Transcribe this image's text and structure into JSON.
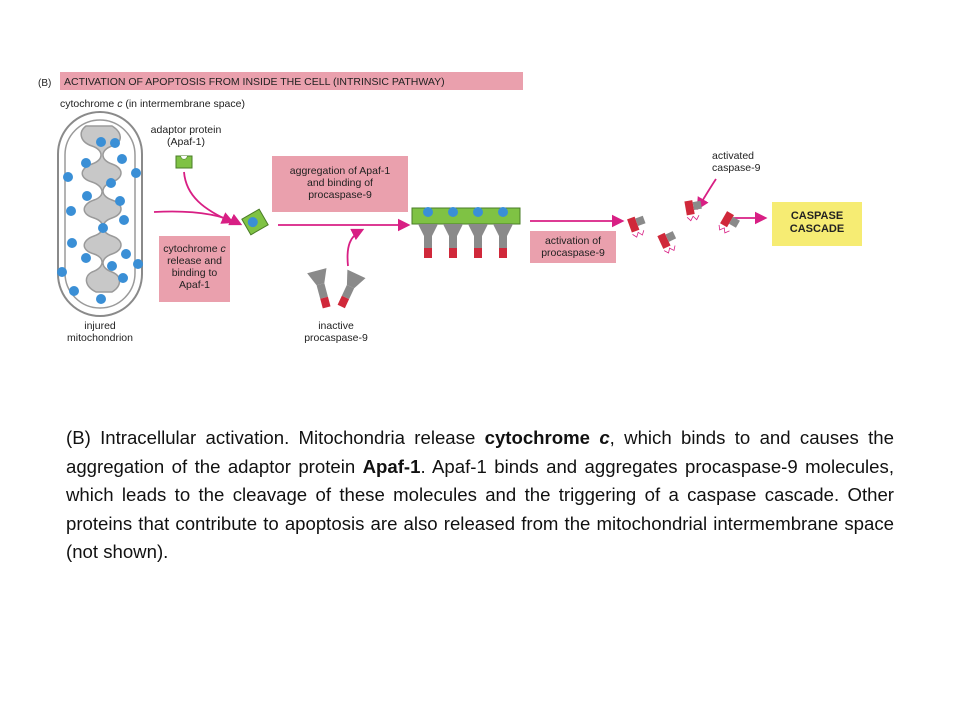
{
  "header": {
    "panel_letter": "(B)",
    "title": "ACTIVATION OF APOPTOSIS FROM INSIDE THE CELL (INTRINSIC PATHWAY)"
  },
  "labels": {
    "cytochrome_c_pre": "cytochrome ",
    "cytochrome_c_italic": "c",
    "cytochrome_c_post": " (in intermembrane space)",
    "adaptor_protein_1": "adaptor protein",
    "adaptor_protein_2": "(Apaf-1)",
    "injured_1": "injured",
    "injured_2": "mitochondrion",
    "inactive_1": "inactive",
    "inactive_2": "procaspase-9",
    "activated_1": "activated",
    "activated_2": "caspase-9"
  },
  "boxes": {
    "release_1_pre": "cytochrome ",
    "release_1_italic": "c",
    "release_2": "release and",
    "release_3": "binding to",
    "release_4": "Apaf-1",
    "aggregation_1": "aggregation of Apaf-1",
    "aggregation_2": "and binding of",
    "aggregation_3": "procaspase-9",
    "activation_1": "activation of",
    "activation_2": "procaspase-9",
    "cascade_1": "CASPASE",
    "cascade_2": "CASCADE"
  },
  "caption": {
    "s1": "(B) Intracellular activation. Mitochondria release ",
    "s2_bold": "cytochrome ",
    "s2_bold_italic": "c",
    "s3": ", which binds to and causes the aggregation of the adaptor protein ",
    "s4_bold": "Apaf-1",
    "s5": ". Apaf-1 binds and aggregates procaspase-9 molecules, which leads to the cleavage of these molecules and the triggering of a caspase cascade. Other proteins that contribute to apoptosis are also released from the mitochondrial intermembrane space (not shown)."
  },
  "colors": {
    "title_band": "#eaa0ad",
    "pink_box": "#eaa0ad",
    "yellow_box": "#f6ec73",
    "arrow": "#d81f84",
    "cytochrome": "#3a8fd6",
    "apaf1": "#7fc244",
    "procaspase_red": "#d0283a",
    "procaspase_gray": "#8a8a8a"
  }
}
